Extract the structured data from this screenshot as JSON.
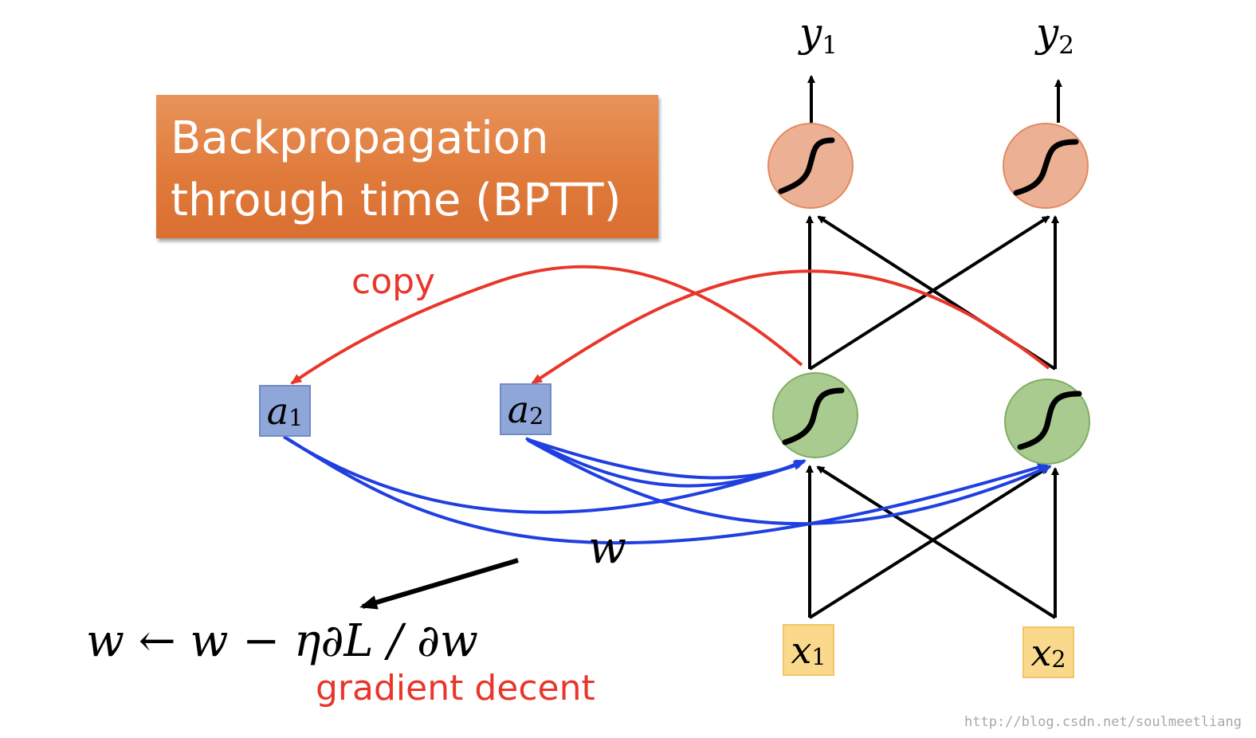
{
  "title": {
    "line1": "Backpropagation",
    "line2": "through time (BPTT)"
  },
  "labels": {
    "copy": "copy",
    "w": "w",
    "update_rule": "w ← w − η∂L / ∂w",
    "gradient": "gradient decent",
    "watermark": "http://blog.csdn.net/soulmeetliang"
  },
  "nodes": {
    "a1": {
      "base": "a",
      "sub": "1"
    },
    "a2": {
      "base": "a",
      "sub": "2"
    },
    "x1": {
      "base": "x",
      "sub": "1"
    },
    "x2": {
      "base": "x",
      "sub": "2"
    },
    "y1": {
      "base": "y",
      "sub": "1"
    },
    "y2": {
      "base": "y",
      "sub": "2"
    }
  },
  "colors": {
    "title_box": "#e07b3c",
    "copy_arrows": "#e8362a",
    "weight_arrows": "#1f3fe0",
    "output_neuron": "#e9a584",
    "hidden_neuron": "#a9cc8e",
    "memory_box": "#8ea6d8",
    "input_box": "#fbd98c"
  }
}
